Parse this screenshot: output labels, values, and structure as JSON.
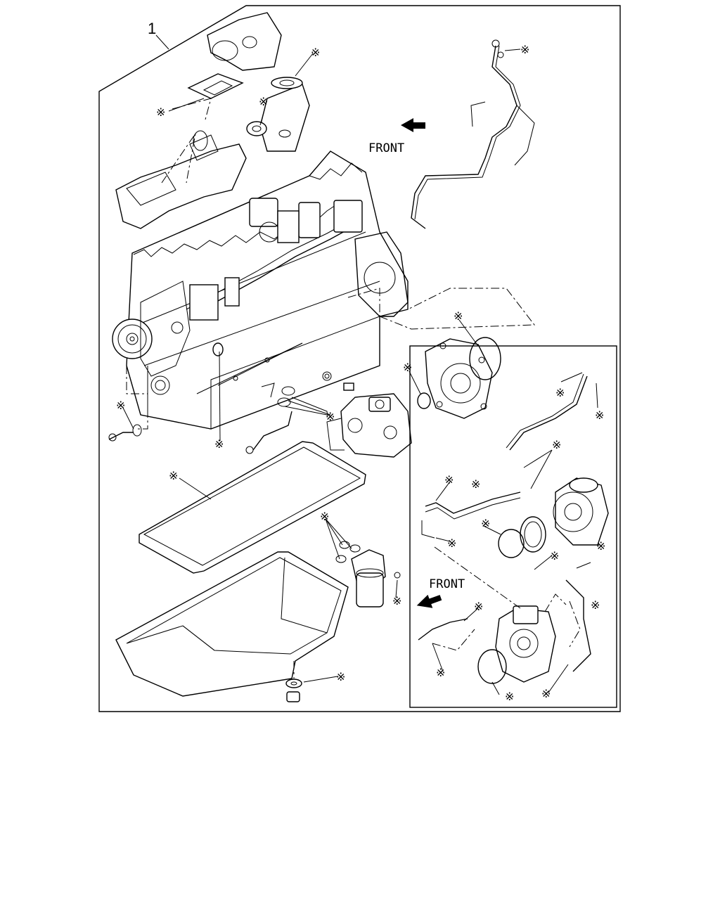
{
  "diagram": {
    "item_number": "1",
    "front_label_main": "FRONT",
    "front_label_inset": "FRONT",
    "kit_marker": "※",
    "marker_count": 27
  }
}
